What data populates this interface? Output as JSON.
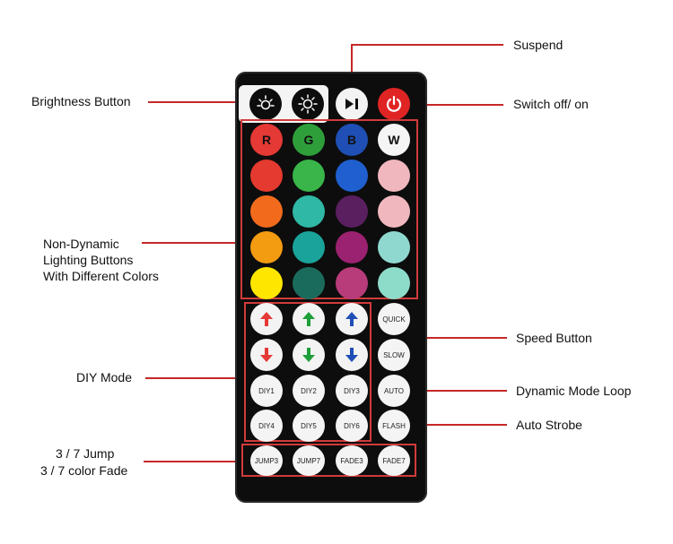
{
  "callouts": {
    "suspend": "Suspend",
    "brightness": "Brightness Button",
    "switch": "Switch off/ on",
    "non_dynamic": [
      "Non-Dynamic",
      "Lighting Buttons",
      "With Different Colors"
    ],
    "speed": "Speed Button",
    "diy_mode": "DIY Mode",
    "dynamic_loop": "Dynamic Mode Loop",
    "auto_strobe": "Auto Strobe",
    "jump_fade": [
      "3 / 7 Jump",
      "3 / 7 color Fade"
    ]
  },
  "color_labels": {
    "r": "R",
    "g": "G",
    "b": "B",
    "w": "W"
  },
  "colors": {
    "row1": [
      "#e53935",
      "#2e9e3a",
      "#1f4fb5",
      "#f5f5f5"
    ],
    "row2": [
      "#e53a2f",
      "#39b54a",
      "#1f5fcf",
      "#f0b7be"
    ],
    "row3": [
      "#f26b1d",
      "#2fb8a5",
      "#5a1f5f",
      "#f0b7be"
    ],
    "row4": [
      "#f39c12",
      "#1aa39a",
      "#9b2270",
      "#8fd8d0"
    ],
    "row5": [
      "#ffe600",
      "#1b6b5c",
      "#b83b7a",
      "#8ddcc9"
    ]
  },
  "accent": "#c62828",
  "diy_labels": [
    "DIY1",
    "DIY2",
    "DIY3",
    "DIY4",
    "DIY5",
    "DIY6"
  ],
  "side_labels": [
    "QUICK",
    "SLOW",
    "AUTO",
    "FLASH"
  ],
  "bottom_labels": [
    "JUMP3",
    "JUMP7",
    "FADE3",
    "FADE7"
  ]
}
